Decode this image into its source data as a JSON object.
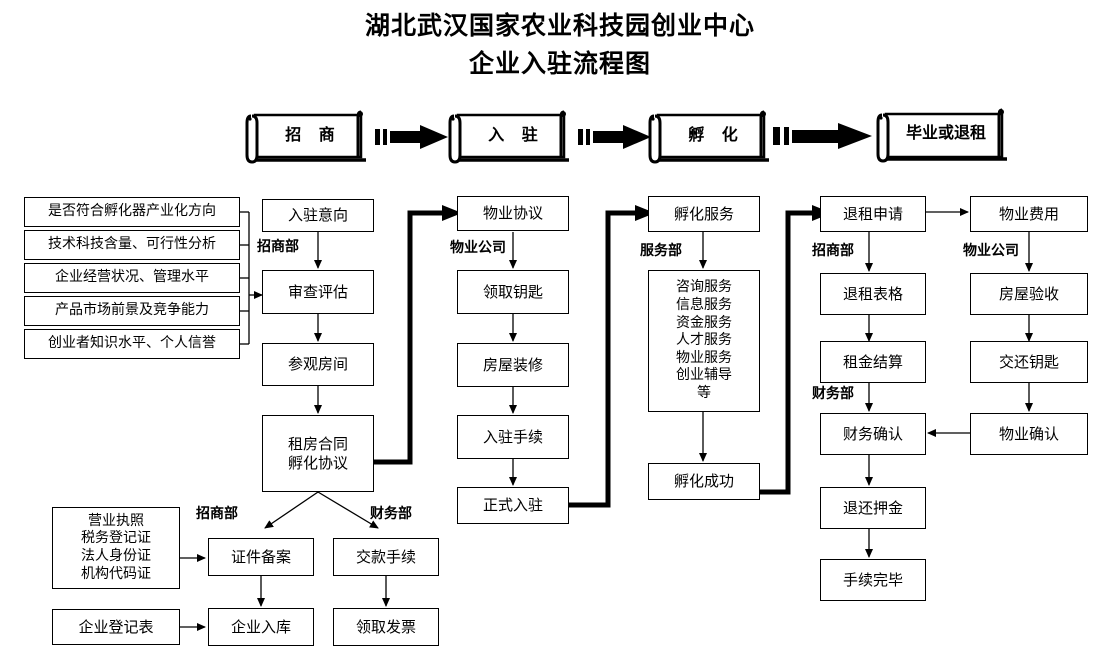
{
  "title": {
    "line1": "湖北武汉国家农业科技园创业中心",
    "line2": "企业入驻流程图"
  },
  "stage_banners": [
    {
      "label": "招  商"
    },
    {
      "label": "入  驻"
    },
    {
      "label": "孵  化"
    },
    {
      "label": "毕业或退租"
    }
  ],
  "criteria_boxes": [
    {
      "label": "是否符合孵化器产业化方向"
    },
    {
      "label": "技术科技含量、可行性分析"
    },
    {
      "label": "企业经营状况、管理水平"
    },
    {
      "label": "产品市场前景及竞争能力"
    },
    {
      "label": "创业者知识水平、个人信誉"
    }
  ],
  "column_recruit": {
    "dept": "招商部",
    "steps": [
      {
        "label": "入驻意向"
      },
      {
        "label": "审查评估"
      },
      {
        "label": "参观房间"
      },
      {
        "label": "租房合同\n孵化协议"
      }
    ]
  },
  "column_movein": {
    "dept": "物业公司",
    "steps": [
      {
        "label": "物业协议"
      },
      {
        "label": "领取钥匙"
      },
      {
        "label": "房屋装修"
      },
      {
        "label": "入驻手续"
      },
      {
        "label": "正式入驻"
      }
    ]
  },
  "column_incubate": {
    "dept": "服务部",
    "steps": [
      {
        "label": "孵化服务"
      },
      {
        "label": "咨询服务\n信息服务\n资金服务\n人才服务\n物业服务\n创业辅导\n等"
      },
      {
        "label": "孵化成功"
      }
    ]
  },
  "column_exit_left": {
    "dept_top": "招商部",
    "dept_mid": "财务部",
    "steps": [
      {
        "label": "退租申请"
      },
      {
        "label": "退租表格"
      },
      {
        "label": "租金结算"
      },
      {
        "label": "财务确认"
      },
      {
        "label": "退还押金"
      },
      {
        "label": "手续完毕"
      }
    ]
  },
  "column_exit_right": {
    "dept": "物业公司",
    "steps": [
      {
        "label": "物业费用"
      },
      {
        "label": "房屋验收"
      },
      {
        "label": "交还钥匙"
      },
      {
        "label": "物业确认"
      }
    ]
  },
  "bottom_section": {
    "dept_left": "招商部",
    "dept_right": "财务部",
    "documents": {
      "label": "营业执照\n税务登记证\n法人身份证\n机构代码证"
    },
    "registration_form": {
      "label": "企业登记表"
    },
    "filing": {
      "label": "证件备案"
    },
    "enter_database": {
      "label": "企业入库"
    },
    "payment": {
      "label": "交款手续"
    },
    "invoice": {
      "label": "领取发票"
    }
  },
  "colors": {
    "line": "#000000",
    "background": "#ffffff"
  }
}
